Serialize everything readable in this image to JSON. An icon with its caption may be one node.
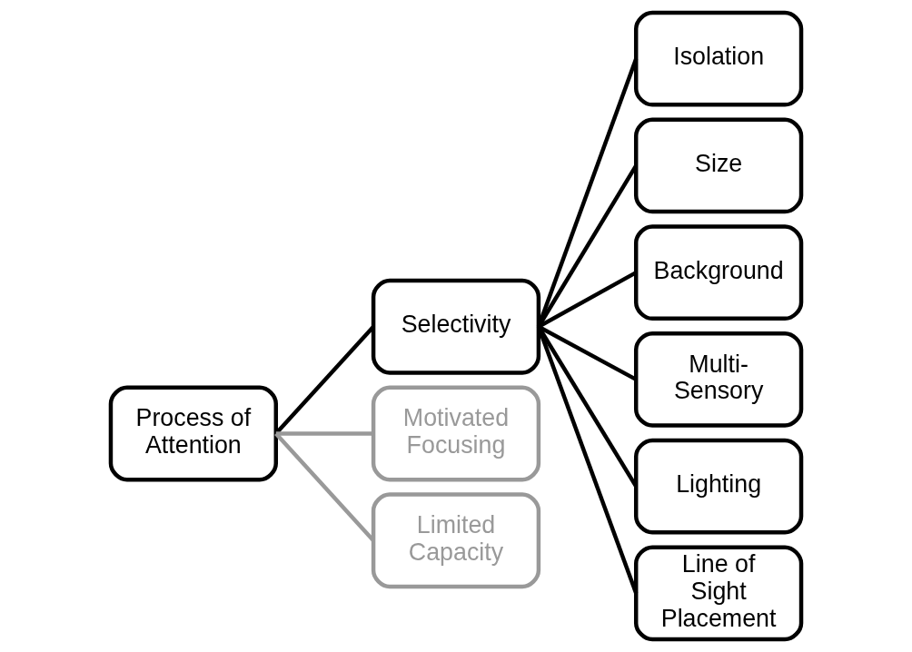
{
  "diagram": {
    "nodes": [
      {
        "text": [
          "Process of Attention"
        ]
      },
      {
        "text": [
          "Selectivity"
        ]
      },
      {
        "text": [
          "Motivated Focusing"
        ]
      },
      {
        "text": [
          "Limited Capacity"
        ]
      },
      {
        "text": [
          "Isolation"
        ]
      },
      {
        "text": [
          "Size"
        ]
      },
      {
        "text": [
          "Background"
        ]
      },
      {
        "text": [
          "Multi- Sensory"
        ]
      },
      {
        "text": [
          "Lighting"
        ]
      },
      {
        "text": [
          "Line of Sight Placement"
        ]
      }
    ],
    "edges": [
      {
        "from": 0,
        "to": 1,
        "arrow": "none"
      },
      {
        "from": 0,
        "to": 2,
        "arrow": "none",
        "color": "#999999"
      },
      {
        "from": 0,
        "to": 3,
        "arrow": "none",
        "color": "#999999"
      },
      {
        "from": 1,
        "to": 4,
        "arrow": "none"
      },
      {
        "from": 1,
        "to": 5,
        "arrow": "none"
      },
      {
        "from": 1,
        "to": 6,
        "arrow": "none"
      },
      {
        "from": 1,
        "to": 7,
        "arrow": "none"
      },
      {
        "from": 1,
        "to": 8,
        "arrow": "none"
      },
      {
        "from": 1,
        "to": 9,
        "arrow": "none"
      }
    ]
  }
}
